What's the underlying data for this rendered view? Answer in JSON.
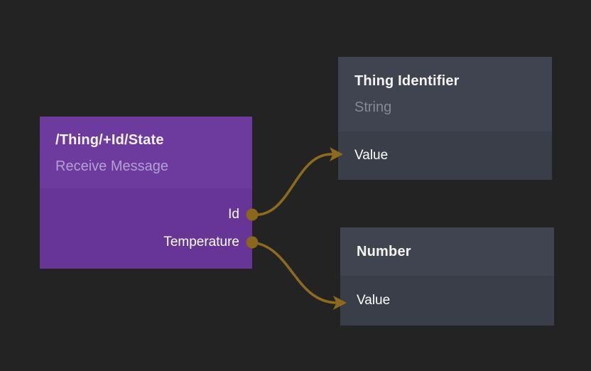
{
  "canvas": {
    "background": "#232323"
  },
  "colors": {
    "canvas": "#232323",
    "link": "#8d6a1d",
    "port-dot": "#8a671c",
    "purple-header": "#6d3b9e",
    "purple-body": "#673596",
    "gray-header": "#3f4450",
    "gray-body": "#3a3e49",
    "title-text": "#f4f3f6",
    "purple-subtitle": "#b2a0d4",
    "gray-subtitle": "#848993",
    "port-text": "#ffffff"
  },
  "nodes": {
    "receive_message": {
      "title": "/Thing/+Id/State",
      "subtitle": "Receive Message",
      "outputs": [
        {
          "label": "Id"
        },
        {
          "label": "Temperature"
        }
      ]
    },
    "thing_identifier": {
      "title": "Thing Identifier",
      "subtitle": "String",
      "inputs": [
        {
          "label": "Value"
        }
      ]
    },
    "number": {
      "title": "Number",
      "inputs": [
        {
          "label": "Value"
        }
      ]
    }
  },
  "links": [
    {
      "from": "/Thing/+Id/State : Id",
      "to": "Thing Identifier : Value"
    },
    {
      "from": "/Thing/+Id/State : Temperature",
      "to": "Number : Value"
    }
  ]
}
